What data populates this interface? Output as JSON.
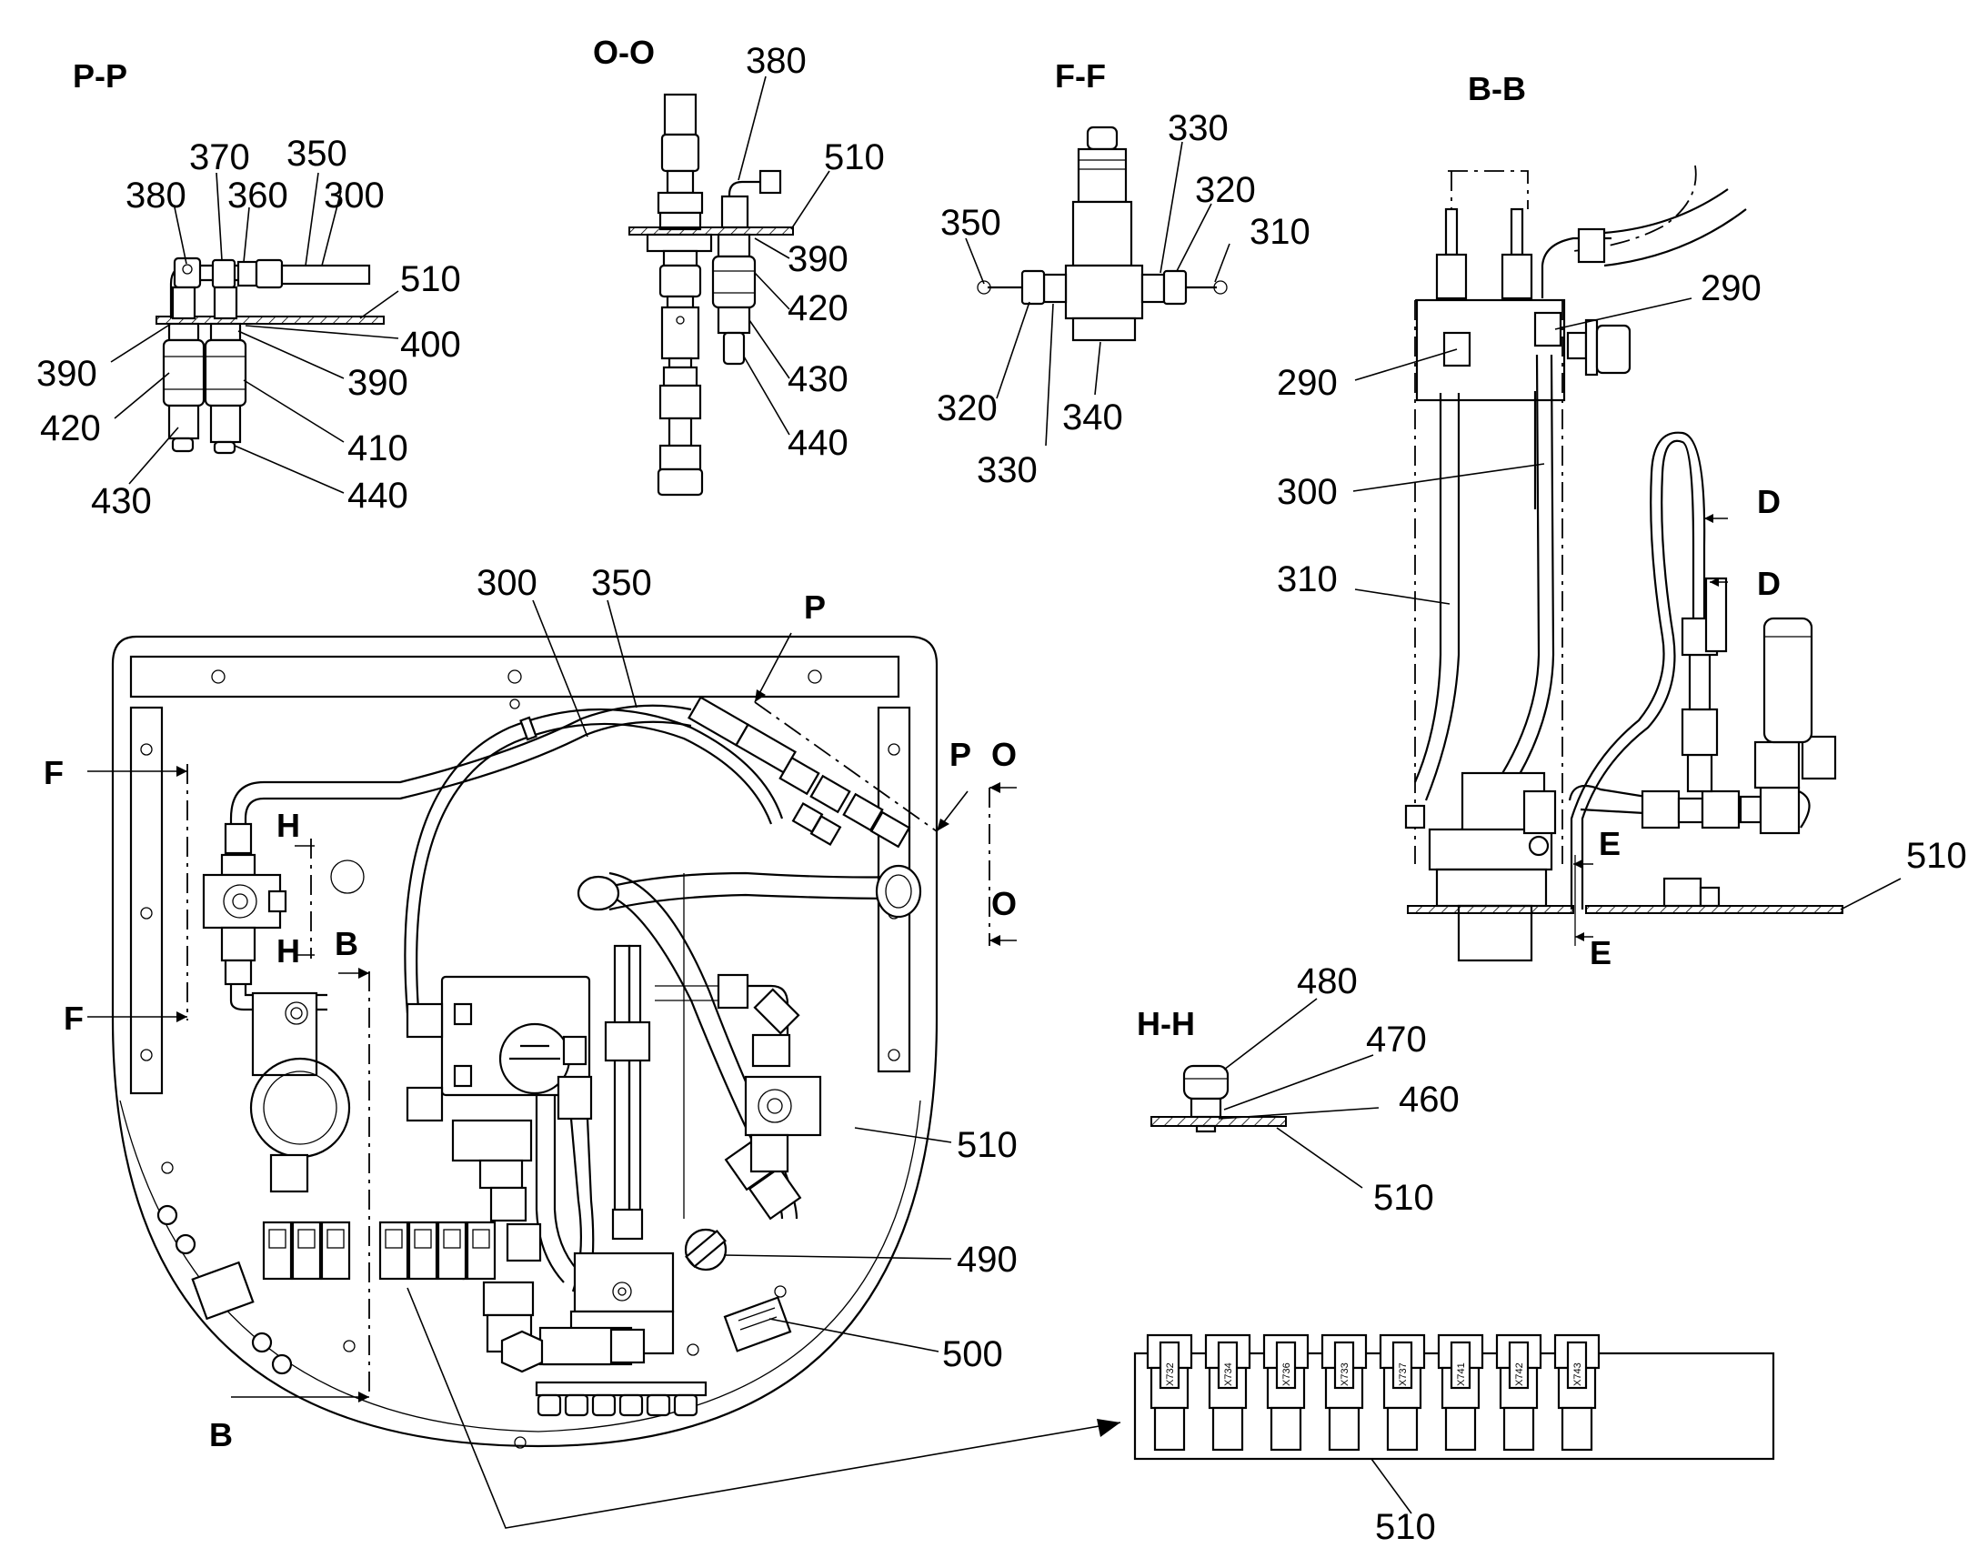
{
  "sections": {
    "pp": {
      "title": "P-P",
      "labels": [
        "380",
        "370",
        "360",
        "350",
        "300",
        "510",
        "400",
        "390",
        "390",
        "420",
        "410",
        "430",
        "440"
      ]
    },
    "oo": {
      "title": "O-O",
      "labels": [
        "380",
        "510",
        "390",
        "420",
        "430",
        "440"
      ]
    },
    "ff": {
      "title": "F-F",
      "labels": [
        "350",
        "330",
        "320",
        "310",
        "320",
        "340",
        "330"
      ]
    },
    "bb": {
      "title": "B-B",
      "labels": [
        "290",
        "290",
        "300",
        "310",
        "510"
      ],
      "cuts": [
        "D",
        "D",
        "E",
        "E"
      ]
    },
    "hh": {
      "title": "H-H",
      "labels": [
        "480",
        "470",
        "460",
        "510"
      ]
    },
    "main": {
      "labels": [
        "300",
        "350",
        "510",
        "490",
        "500"
      ],
      "cuts": [
        "P",
        "P",
        "O",
        "O",
        "F",
        "F",
        "H",
        "H",
        "B",
        "B"
      ]
    },
    "terminal": {
      "labels": [
        "510"
      ],
      "tags": [
        "X732",
        "X734",
        "X736",
        "X733",
        "X737",
        "X741",
        "X742",
        "X743"
      ]
    }
  }
}
